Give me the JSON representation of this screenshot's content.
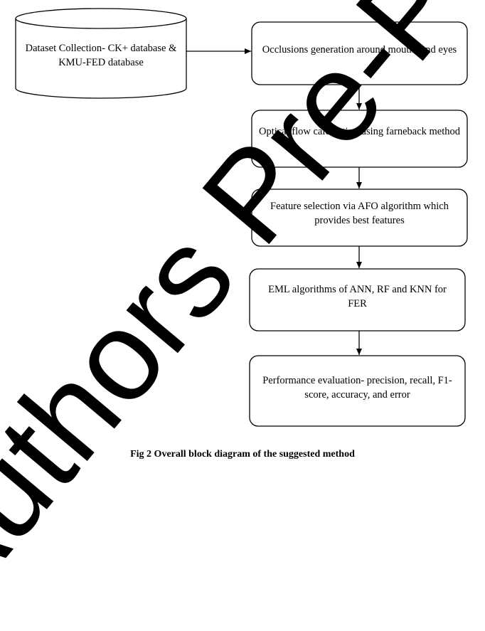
{
  "nodes": {
    "dataset": "Dataset Collection- CK+ database & KMU-FED database",
    "occlusions": "Occlusions generation around mouths and eyes",
    "optical_flow": "Optical flow calculation using farneback method",
    "feature_selection": "Feature selection via AFO algorithm which provides best features",
    "eml": "EML algorithms of ANN, RF and KNN for FER",
    "performance": "Performance evaluation- precision, recall, F1-score, accuracy, and error"
  },
  "caption": "Fig 2 Overall block diagram of the suggested method",
  "watermark": "Authors Pre-Print"
}
